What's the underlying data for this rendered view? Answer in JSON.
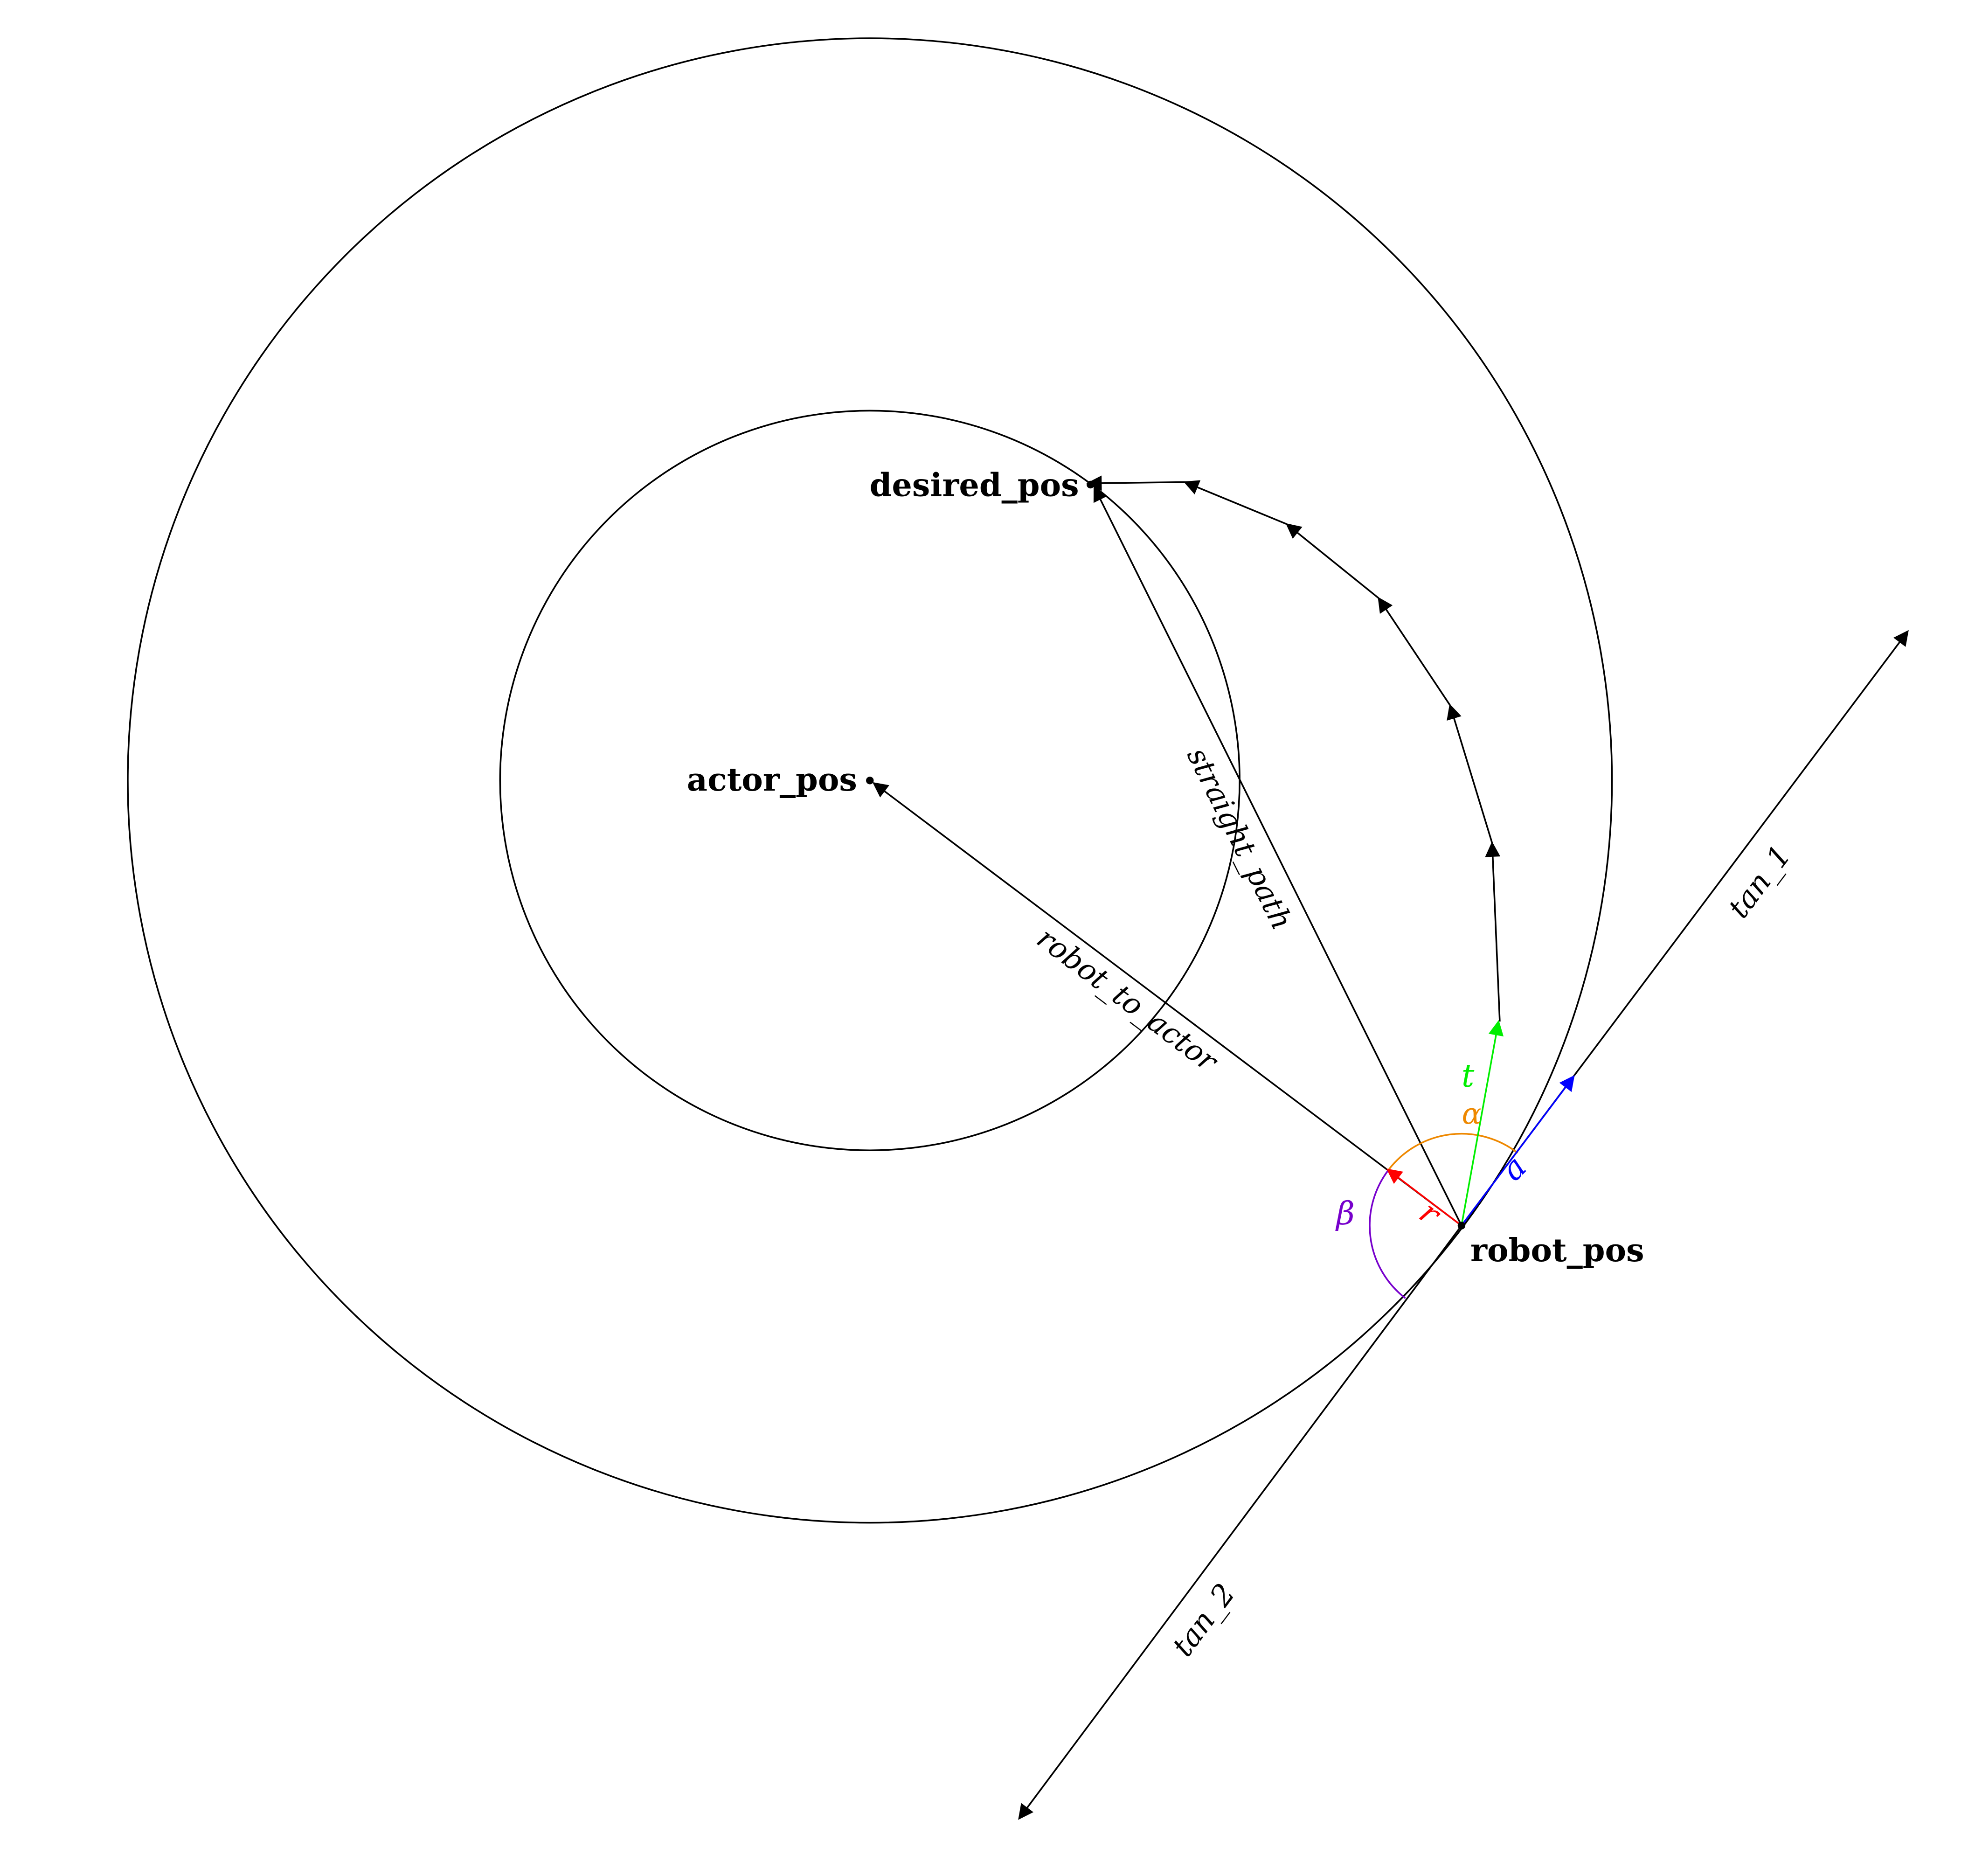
{
  "colors": {
    "ink": "#000000",
    "r": "#ff0000",
    "t": "#00ee00",
    "a": "#0000ff",
    "alpha": "#ee8800",
    "beta": "#7700cc"
  },
  "labels": {
    "desired_pos": "desired_pos",
    "actor_pos": "actor_pos",
    "robot_pos": "robot_pos",
    "straight_path": "straight_path",
    "robot_to_actor": "robot_to_actor",
    "tan_1": "tan_1",
    "tan_2": "tan_2",
    "t": "t",
    "r": "r",
    "a": "a",
    "alpha": "α",
    "beta": "β"
  }
}
